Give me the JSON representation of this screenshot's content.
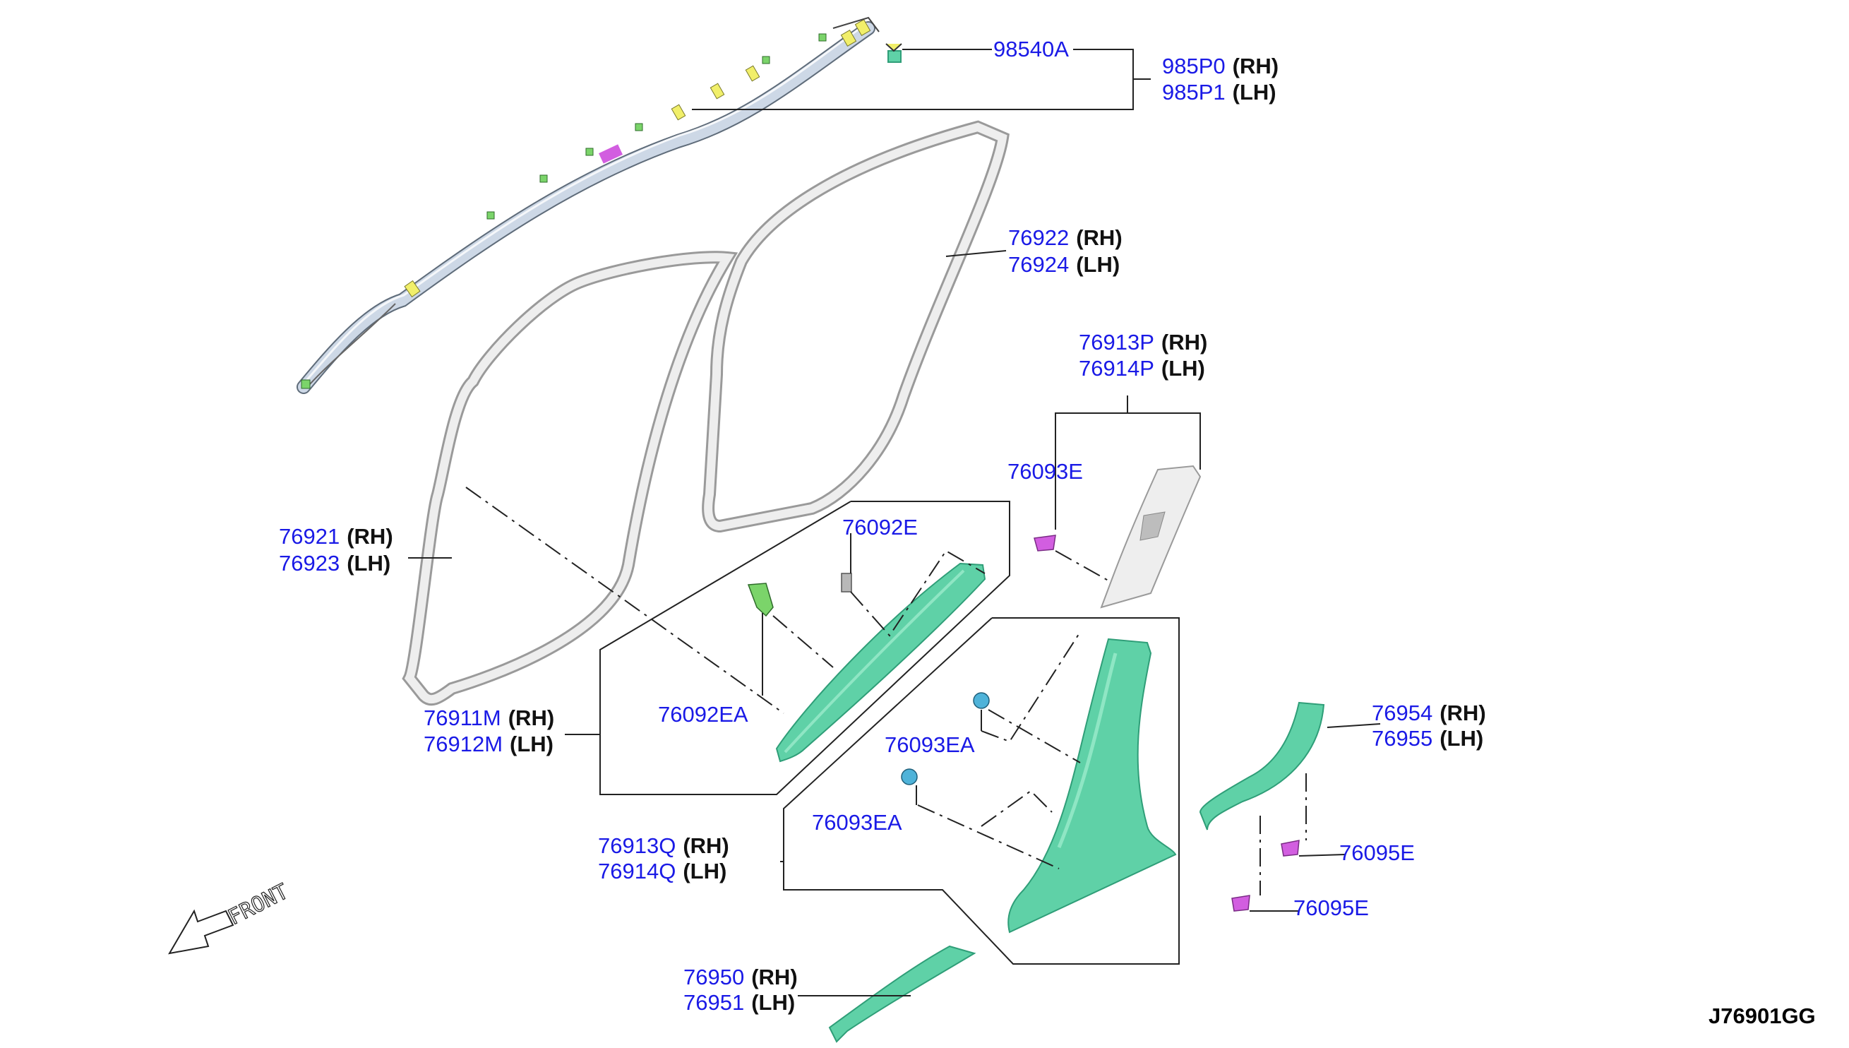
{
  "diagram_code": "J76901GG",
  "front_label": "FRONT",
  "colors": {
    "part_number": "#1a1ae6",
    "trim": "#5fd1a7",
    "trim_dark": "#2f9e78",
    "clip_magenta": "#d25ee0",
    "clip_blue": "#4fb3d9",
    "clip_green": "#7bd46a",
    "airbag": "#cdd8e6",
    "weatherstrip": "#e6e6e6"
  },
  "callouts": {
    "c98540A": {
      "pn": "98540A"
    },
    "c985P": {
      "pn_rh": "985P0",
      "rh": "(RH)",
      "pn_lh": "985P1",
      "lh": "(LH)"
    },
    "c7692x": {
      "pn_rh": "76922",
      "rh": "(RH)",
      "pn_lh": "76924",
      "lh": "(LH)"
    },
    "c76913P": {
      "pn_rh": "76913P",
      "rh": "(RH)",
      "pn_lh": "76914P",
      "lh": "(LH)"
    },
    "c76093E": {
      "pn": "76093E"
    },
    "c76921": {
      "pn_rh": "76921",
      "rh": "(RH)",
      "pn_lh": "76923",
      "lh": "(LH)"
    },
    "c76092E": {
      "pn": "76092E"
    },
    "c76092EA": {
      "pn": "76092EA"
    },
    "c76911M": {
      "pn_rh": "76911M",
      "rh": "(RH)",
      "pn_lh": "76912M",
      "lh": "(LH)"
    },
    "c76093EA_1": {
      "pn": "76093EA"
    },
    "c76093EA_2": {
      "pn": "76093EA"
    },
    "c76954": {
      "pn_rh": "76954",
      "rh": "(RH)",
      "pn_lh": "76955",
      "lh": "(LH)"
    },
    "c76095E_1": {
      "pn": "76095E"
    },
    "c76095E_2": {
      "pn": "76095E"
    },
    "c76913Q": {
      "pn_rh": "76913Q",
      "rh": "(RH)",
      "pn_lh": "76914Q",
      "lh": "(LH)"
    },
    "c76950": {
      "pn_rh": "76950",
      "rh": "(RH)",
      "pn_lh": "76951",
      "lh": "(LH)"
    }
  }
}
